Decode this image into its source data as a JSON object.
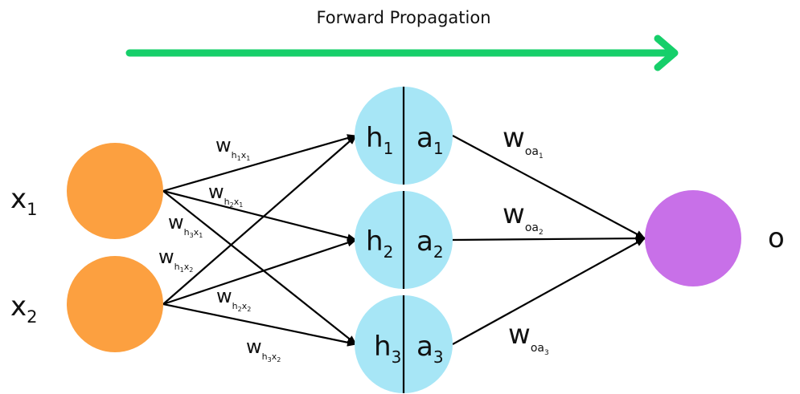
{
  "title": "Forward Propagation",
  "colors": {
    "arrow": "#16cf6a",
    "input_node": "#fca040",
    "hidden_node": "#a7e6f6",
    "output_node": "#c870e8",
    "line": "#000000"
  },
  "inputs": [
    {
      "base": "x",
      "sub": "1"
    },
    {
      "base": "x",
      "sub": "2"
    }
  ],
  "hidden": [
    {
      "h_base": "h",
      "h_sub": "1",
      "a_base": "a",
      "a_sub": "1"
    },
    {
      "h_base": "h",
      "h_sub": "2",
      "a_base": "a",
      "a_sub": "2"
    },
    {
      "h_base": "h",
      "h_sub": "3",
      "a_base": "a",
      "a_sub": "3"
    }
  ],
  "output": {
    "label": "o"
  },
  "weights_in": [
    {
      "base": "w",
      "s1": "h",
      "s1sub": "1",
      "s2": "x",
      "s2sub": "1"
    },
    {
      "base": "w",
      "s1": "h",
      "s1sub": "2",
      "s2": "x",
      "s2sub": "1"
    },
    {
      "base": "w",
      "s1": "h",
      "s1sub": "3",
      "s2": "x",
      "s2sub": "1"
    },
    {
      "base": "w",
      "s1": "h",
      "s1sub": "1",
      "s2": "x",
      "s2sub": "2"
    },
    {
      "base": "w",
      "s1": "h",
      "s1sub": "2",
      "s2": "x",
      "s2sub": "2"
    },
    {
      "base": "w",
      "s1": "h",
      "s1sub": "3",
      "s2": "x",
      "s2sub": "2"
    }
  ],
  "weights_out": [
    {
      "base": "w",
      "s1": "oa",
      "s1sub": "1"
    },
    {
      "base": "w",
      "s1": "oa",
      "s1sub": "2"
    },
    {
      "base": "w",
      "s1": "oa",
      "s1sub": "3"
    }
  ]
}
